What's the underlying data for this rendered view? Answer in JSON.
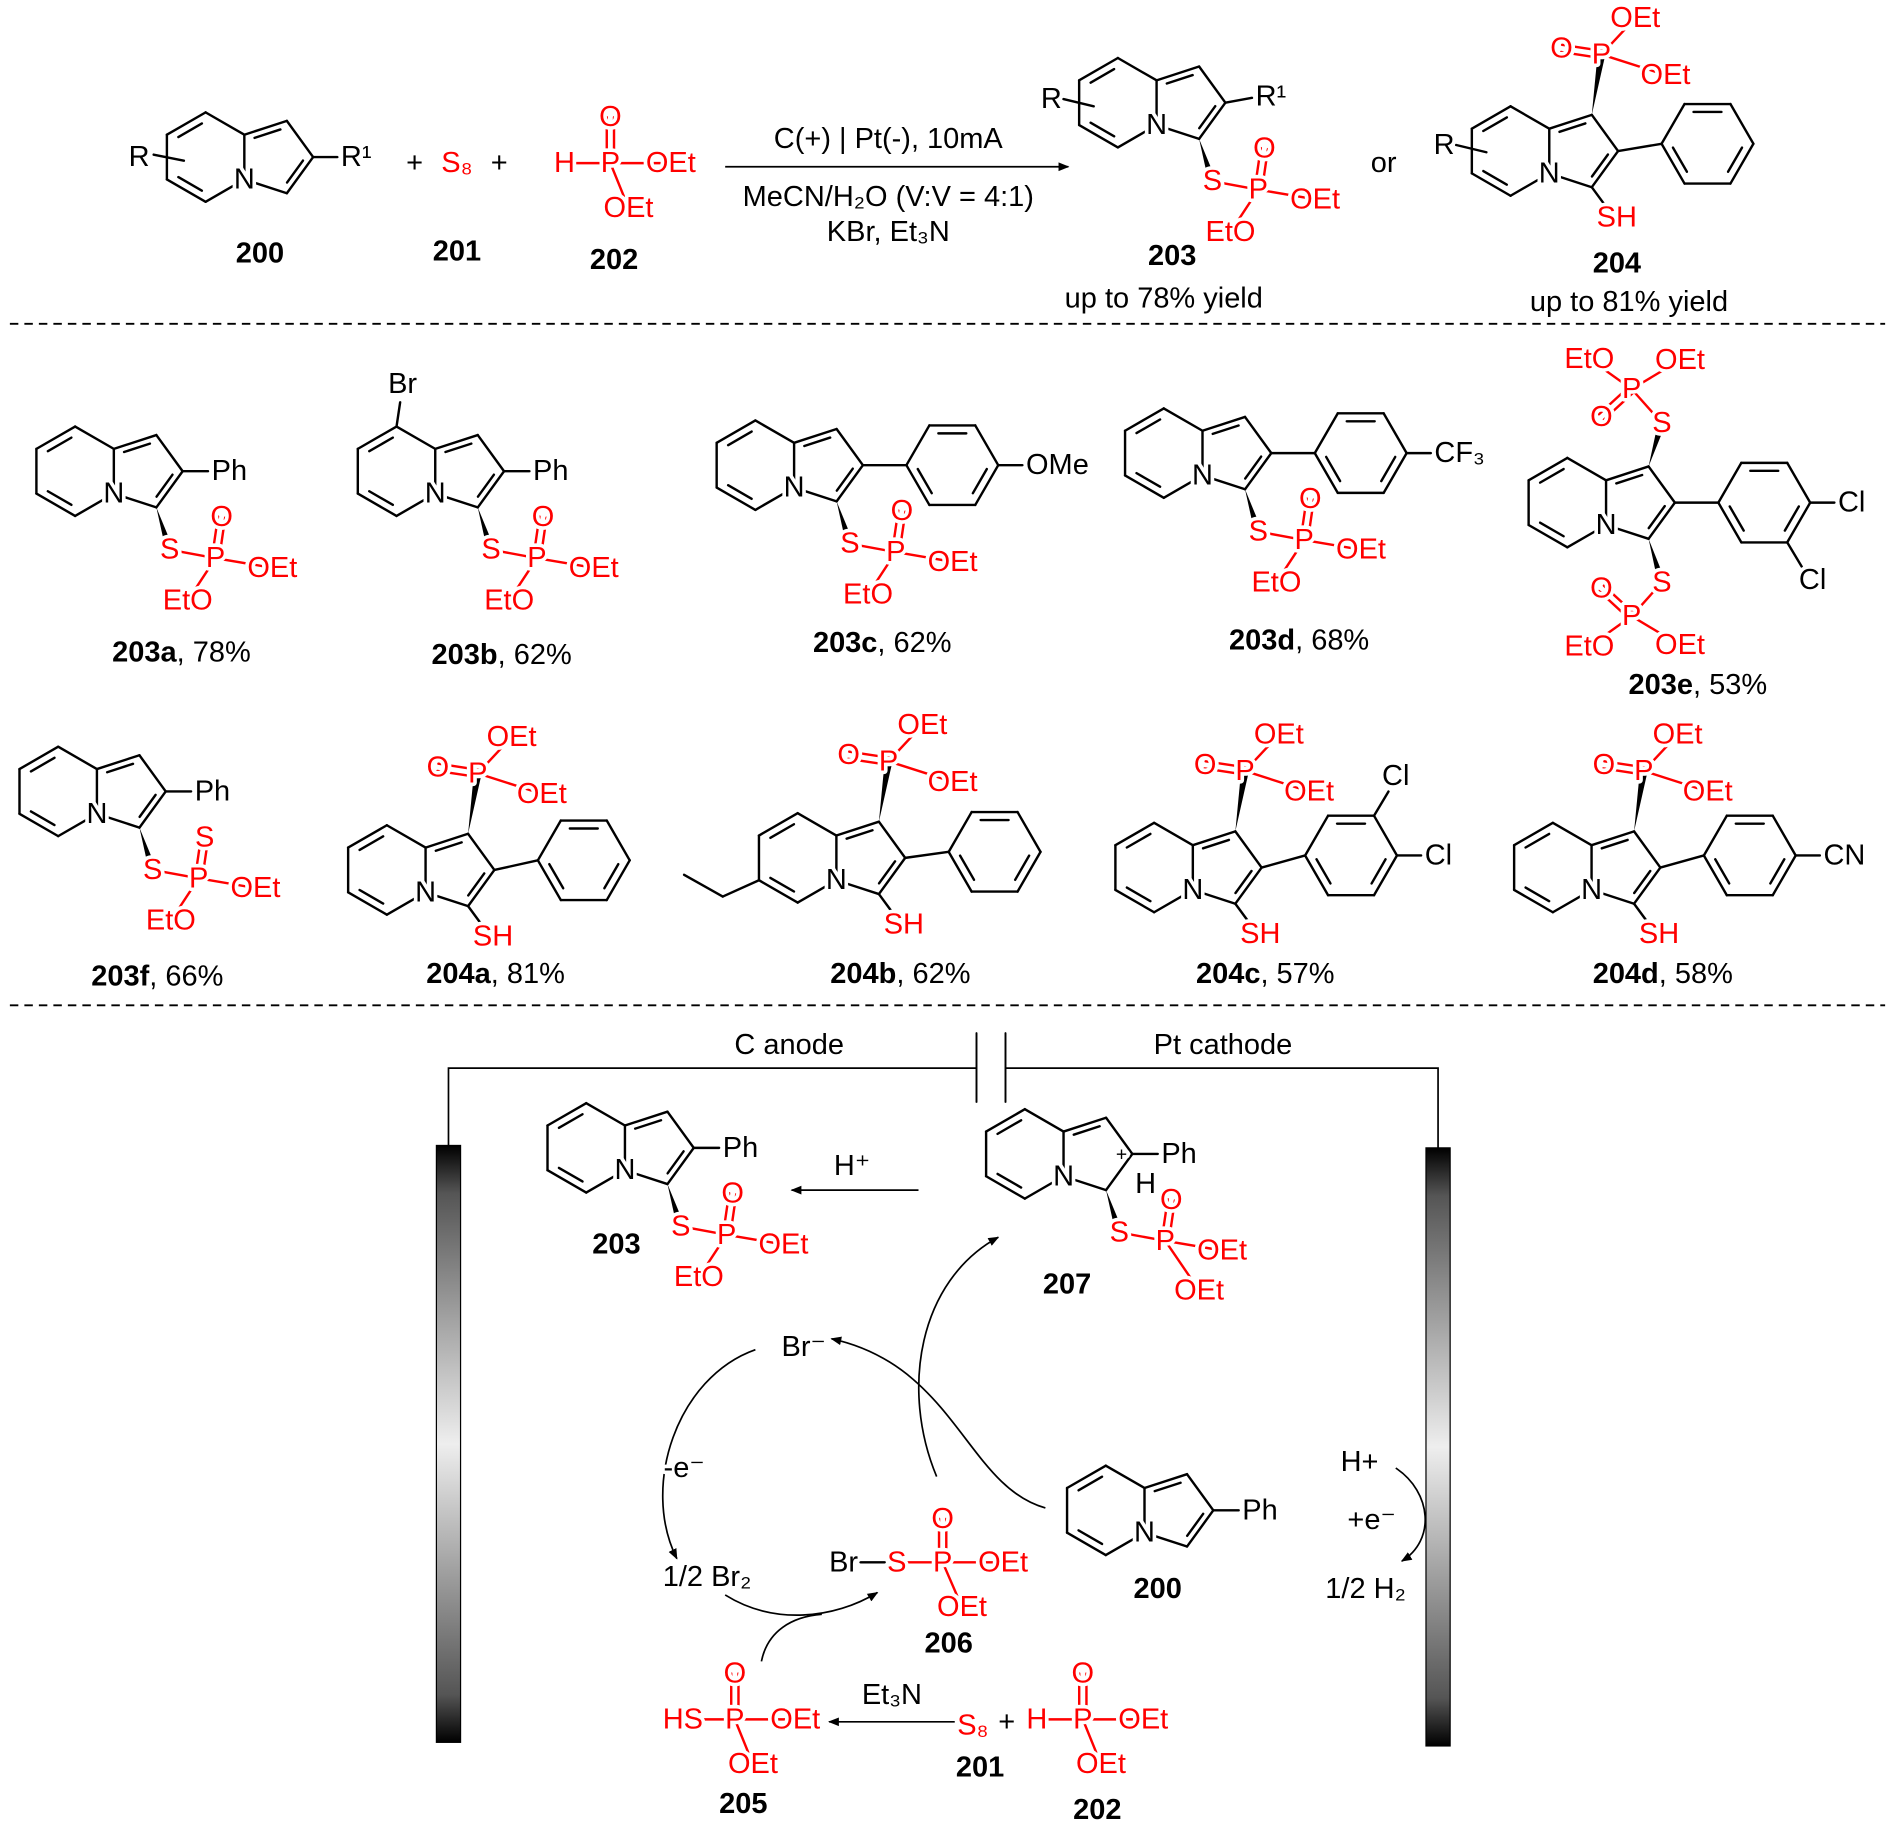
{
  "colors": {
    "heteroatom": "#ff0000",
    "bond": "#000000"
  },
  "common": {
    "sep": ", "
  },
  "atoms": {
    "N": "N",
    "S": "S",
    "P": "P",
    "O": "O",
    "OEt": "OEt",
    "EtO": "EtO",
    "Ph": "Ph",
    "SH": "SH",
    "H": "H",
    "R": "R",
    "R1": "R¹",
    "Br": "Br",
    "Cl": "Cl",
    "OMe": "OMe",
    "CF3": "CF₃",
    "CN": "CN",
    "HS": "HS"
  },
  "reaction": {
    "reactants": [
      {
        "id": "200"
      },
      {
        "id": "201",
        "formula": "S₈"
      },
      {
        "id": "202"
      }
    ],
    "plus": "+",
    "conditions": {
      "above": "C(+) | Pt(-), 10mA",
      "below1": "MeCN/H₂O (V:V = 4:1)",
      "below2": "KBr, Et₃N"
    },
    "products": [
      {
        "id": "203",
        "yield_text": "up to 78% yield"
      },
      {
        "id": "204",
        "yield_text": "up to 81% yield"
      }
    ],
    "or": "or"
  },
  "scope": [
    {
      "id": "203a",
      "yield": "78%"
    },
    {
      "id": "203b",
      "yield": "62%"
    },
    {
      "id": "203c",
      "yield": "62%"
    },
    {
      "id": "203d",
      "yield": "68%"
    },
    {
      "id": "203e",
      "yield": "53%"
    },
    {
      "id": "203f",
      "yield": "66%"
    },
    {
      "id": "204a",
      "yield": "81%"
    },
    {
      "id": "204b",
      "yield": "62%"
    },
    {
      "id": "204c",
      "yield": "57%"
    },
    {
      "id": "204d",
      "yield": "58%"
    }
  ],
  "mechanism": {
    "anode": "C anode",
    "cathode": "Pt cathode",
    "h_plus": "H⁺",
    "br_minus": "Br⁻",
    "minus_e": "-e⁻",
    "half_br2": "1/2 Br₂",
    "h_plus_cathode": "H+",
    "plus_e": "+e⁻",
    "half_h2": "1/2 H₂",
    "et3n": "Et₃N",
    "s8": "S₈",
    "plus": "+",
    "cation_plus": "+",
    "compounds": {
      "c203": "203",
      "c207": "207",
      "c206": "206",
      "c200": "200",
      "c205": "205",
      "c201": "201",
      "c202": "202"
    }
  }
}
